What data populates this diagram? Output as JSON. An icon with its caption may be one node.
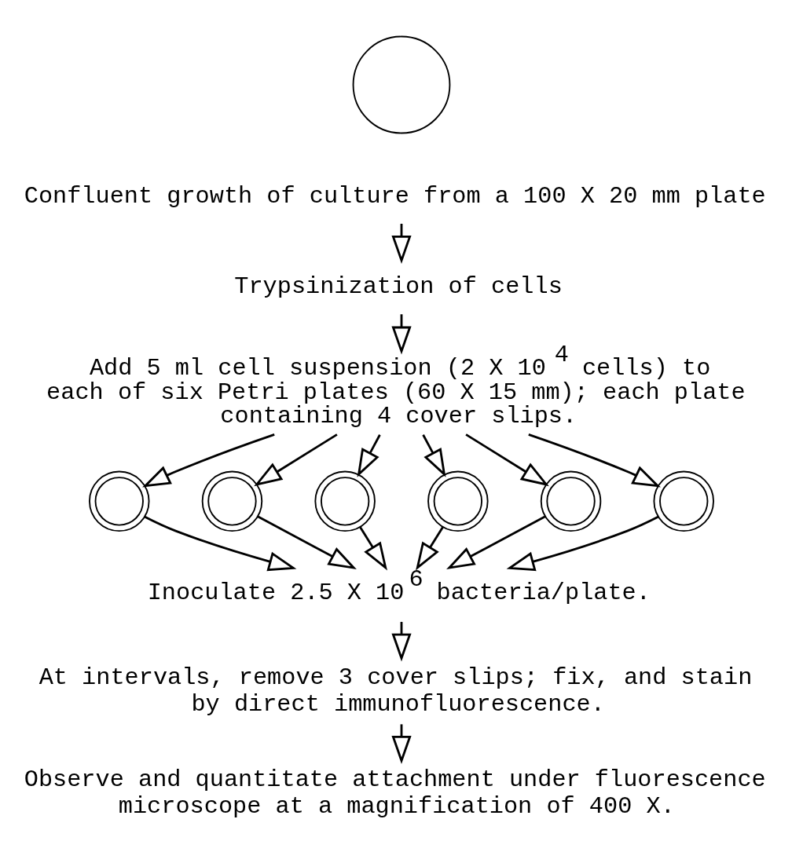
{
  "diagram": {
    "nodes": [
      {
        "text": [],
        "shape": "circle"
      },
      {
        "text": [
          "Confluent growth of culture from a 100 X 20 mm plate"
        ]
      },
      {
        "text": [
          "Trypsinization of cells"
        ]
      },
      {
        "text": [
          "Add 5 ml cell suspension (2 X 10$^{4}$ cells) to each of six Petri plates (60 X 15 mm); each plate containing 4 cover slips."
        ]
      },
      {
        "text": [],
        "shape": "circle"
      },
      {
        "text": [],
        "shape": "circle"
      },
      {
        "text": [],
        "shape": "circle"
      },
      {
        "text": [],
        "shape": "circle"
      },
      {
        "text": [],
        "shape": "circle"
      },
      {
        "text": [],
        "shape": "circle"
      },
      {
        "text": [
          "Inoculate 2.5 X 10$^{6}$ bacteria/plate."
        ]
      },
      {
        "text": [
          "At intervals, remove 3 cover slips; fix, and stain by direct immunofluorescence."
        ]
      },
      {
        "text": [
          "Observe and quantitate attachment under fluorescence microscope at a magnification of 400 X."
        ]
      }
    ],
    "edges": [
      {
        "from": 1,
        "to": 2,
        "arrow": "to"
      },
      {
        "from": 2,
        "to": 3,
        "arrow": "to"
      },
      {
        "from": 3,
        "to": 4,
        "arrow": "to"
      },
      {
        "from": 3,
        "to": 5,
        "arrow": "to"
      },
      {
        "from": 3,
        "to": 6,
        "arrow": "to"
      },
      {
        "from": 3,
        "to": 7,
        "arrow": "to"
      },
      {
        "from": 3,
        "to": 8,
        "arrow": "to"
      },
      {
        "from": 3,
        "to": 9,
        "arrow": "to"
      },
      {
        "from": 4,
        "to": 10,
        "arrow": "to"
      },
      {
        "from": 5,
        "to": 10,
        "arrow": "to"
      },
      {
        "from": 6,
        "to": 10,
        "arrow": "to"
      },
      {
        "from": 7,
        "to": 10,
        "arrow": "to"
      },
      {
        "from": 8,
        "to": 10,
        "arrow": "to"
      },
      {
        "from": 9,
        "to": 10,
        "arrow": "to"
      },
      {
        "from": 10,
        "to": 11,
        "arrow": "to"
      },
      {
        "from": 11,
        "to": 12,
        "arrow": "to"
      }
    ]
  }
}
